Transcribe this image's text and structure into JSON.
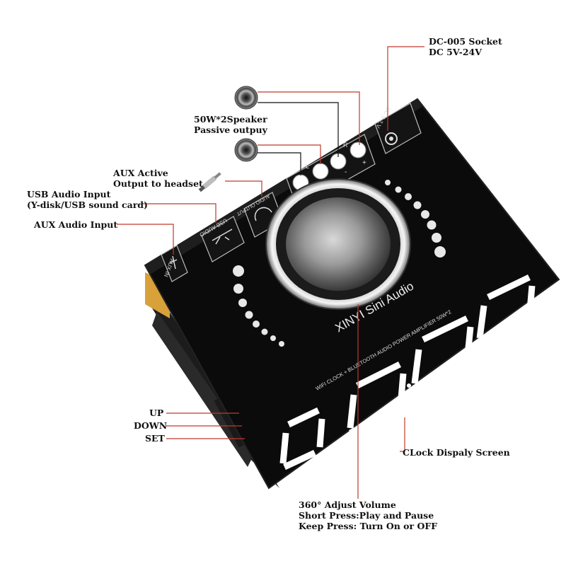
{
  "labels": {
    "dc_socket": [
      "DC-005 Socket",
      "DC 5V-24V"
    ],
    "speaker": [
      "50W*2Speaker",
      "Passive outpuy"
    ],
    "aux_active": [
      "AUX Active",
      "Output to headset"
    ],
    "usb_audio": [
      "USB Audio Input",
      "(Y-disk/USB sound card)"
    ],
    "aux_input": "AUX Audio Input",
    "up": "UP",
    "down": "DOWN",
    "set": "SET",
    "clock_screen": "CLock Dispaly Screen",
    "knob": [
      "360° Adjust Volume",
      "Short Press:Play and Pause",
      "Keep Press: Turn On or OFF"
    ]
  },
  "device": {
    "brand": "XINYI Sini Audio",
    "subtitle": "WIFI CLOCK + BLUETOOTH AUDIO POWER AMPLIFIER 50W*2",
    "port_usb": "USB AUDIO",
    "port_audio_output": "AUDIO OUTPUT",
    "port_aux": "AUX IN",
    "port_dc": "DC 5-2.V",
    "terminal_r": "R",
    "terminal_l": "L",
    "terminal_plus": "+",
    "terminal_minus": "-"
  },
  "colors": {
    "leader_line": "#c0392b",
    "device_body": "#0b0b0b",
    "segment": "#ffffff",
    "indicator_dot": "#e8e8e8"
  }
}
